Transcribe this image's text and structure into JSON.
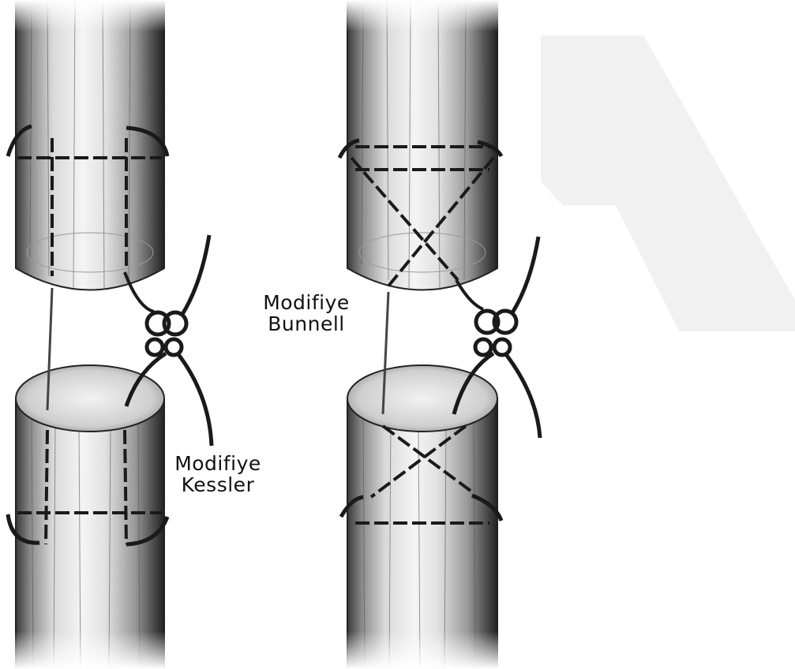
{
  "labels": {
    "bunnell": {
      "line1": "Modifiye",
      "line2": "Bunnell"
    },
    "kessler": {
      "line1": "Modifiye",
      "line2": "Kessler"
    }
  },
  "colors": {
    "tendon_light": "#e8e8e8",
    "tendon_dark": "#2a2a2a",
    "suture": "#1a1a1a",
    "watermark": "#f0f0f0"
  },
  "icons": {
    "watermark": "chevron-watermark-icon"
  }
}
